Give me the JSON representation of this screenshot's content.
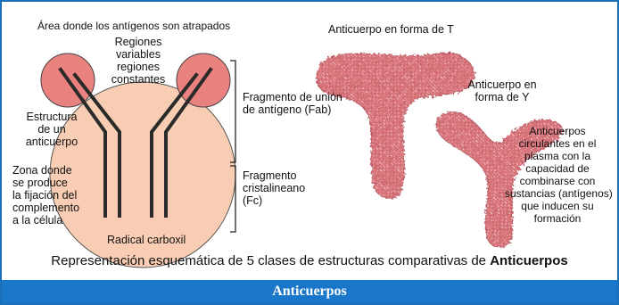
{
  "labels": {
    "area_trapped": "Área donde los antígenos son atrapados",
    "variable_regions_l1": "Regiones",
    "variable_regions_l2": "variables",
    "constant_regions": "regiones",
    "constant_regions_l2": "constantes",
    "structure_l1": "Estructura",
    "structure_l2": "de un",
    "structure_l3": "anticuerpo",
    "zone_l1": "Zona donde",
    "zone_l2": "se produce",
    "zone_l3": "la fijación del",
    "zone_l4": "complemento",
    "zone_l5": "a la célula",
    "carboxyl": "Radical carboxil",
    "fab_l1": "Fragmento de unión",
    "fab_l2": "de antígeno (Fab)",
    "fc_l1": "Fragmento",
    "fc_l2": "cristalineano",
    "fc_l3": "(Fc)",
    "t_antibody": "Anticuerpo en forma de T",
    "y_antibody_l1": "Anticuerpo en",
    "y_antibody_l2": "forma de Y",
    "circ_l1": "Anticuerpos",
    "circ_l2": "circulantes en el",
    "circ_l3": "plasma con la",
    "circ_l4": "capacidad de",
    "circ_l5": "combinarse con",
    "circ_l6": "sustancias (antígenos)",
    "circ_l7": "que inducen su",
    "circ_l8": "formación"
  },
  "caption": {
    "text": "Representación esquemática de 5 clases de estructuras comparativas de ",
    "bold": "Anticuerpos"
  },
  "title_bar": "Anticuerpos",
  "colors": {
    "body_circle": "#f8cdb4",
    "arm_circle": "#e9817f",
    "antibody_fill": "#d8737a",
    "bar": "#1976c8"
  }
}
